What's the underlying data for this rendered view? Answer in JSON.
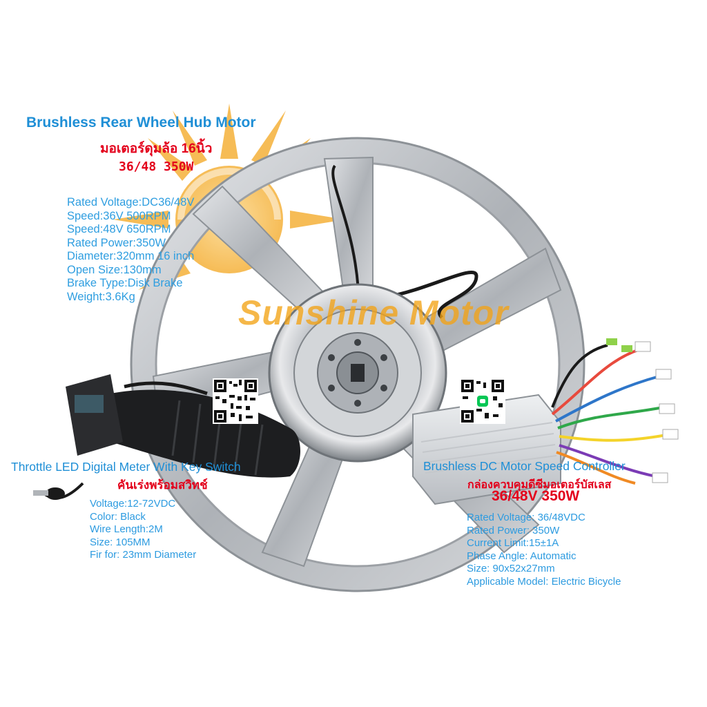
{
  "hub_motor": {
    "title": "Brushless Rear Wheel Hub Motor",
    "thai_title": "มอเตอร์ดุมล้อ  16นิ้ว",
    "power_label": "36/48 350W",
    "specs": [
      "Rated Voltage:DC36/48V",
      "Speed:36V 500RPM",
      "Speed:48V 650RPM",
      "Rated Power:350W",
      "Diameter:320mm 16 inch",
      "Open Size:130mm",
      "Brake Type:Disk Brake",
      "Weight:3.6Kg"
    ]
  },
  "throttle": {
    "title": "Throttle LED Digital Meter With Key Switch",
    "thai_title": "คันเร่งพร้อมสวิทช์",
    "specs": [
      "Voltage:12-72VDC",
      "Color: Black",
      "Wire Length:2M",
      "Size: 105MM",
      "Fir for: 23mm Diameter"
    ]
  },
  "controller": {
    "title": "Brushless DC Motor Speed Controller",
    "thai_title": "กล่องควบคุมดีซีมอเตอร์บัสเลส",
    "power_label": "36/48V 350W",
    "specs": [
      "Rated Voltage: 36/48VDC",
      "Rated Power: 350W",
      "Current Limit:15±1A",
      "Phase Angle: Automatic",
      "Size: 90x52x27mm",
      "Applicable Model: Electric Bicycle"
    ]
  },
  "watermark": "Sunshine Motor",
  "colors": {
    "title_blue": "#1f8fd6",
    "spec_blue": "#2f9ee0",
    "accent_red": "#e3001b",
    "logo_orange": "#f3a316",
    "rim_silver": "#c9ccd0"
  },
  "icons": [
    "sun-logo-icon",
    "qr-code-icon",
    "line-app-icon",
    "key-icon"
  ]
}
